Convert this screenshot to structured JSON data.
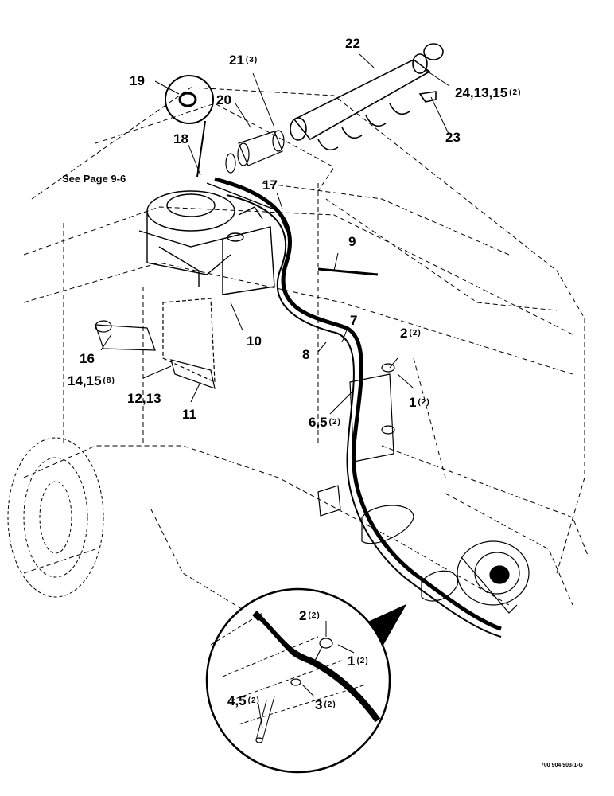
{
  "callouts": [
    {
      "id": "c19",
      "text": "19",
      "qty": ""
    },
    {
      "id": "c20",
      "text": "20",
      "qty": ""
    },
    {
      "id": "c21",
      "text": "21",
      "qty": "(3)"
    },
    {
      "id": "c22",
      "text": "22",
      "qty": ""
    },
    {
      "id": "c24",
      "text": "24,13,15",
      "qty": "(2)"
    },
    {
      "id": "c23",
      "text": "23",
      "qty": ""
    },
    {
      "id": "c18",
      "text": "18",
      "qty": ""
    },
    {
      "id": "c17",
      "text": "17",
      "qty": ""
    },
    {
      "id": "c9",
      "text": "9",
      "qty": ""
    },
    {
      "id": "c7",
      "text": "7",
      "qty": ""
    },
    {
      "id": "c2a",
      "text": "2",
      "qty": "(2)"
    },
    {
      "id": "c8",
      "text": "8",
      "qty": ""
    },
    {
      "id": "c10",
      "text": "10",
      "qty": ""
    },
    {
      "id": "c16",
      "text": "16",
      "qty": ""
    },
    {
      "id": "c1415",
      "text": "14,15",
      "qty": "(8)"
    },
    {
      "id": "c1213",
      "text": "12,13",
      "qty": ""
    },
    {
      "id": "c11",
      "text": "11",
      "qty": ""
    },
    {
      "id": "c65",
      "text": "6,5",
      "qty": "(2)"
    },
    {
      "id": "c1a",
      "text": "1",
      "qty": "(2)"
    },
    {
      "id": "c2b",
      "text": "2",
      "qty": "(2)"
    },
    {
      "id": "c1b",
      "text": "1",
      "qty": "(2)"
    },
    {
      "id": "c3",
      "text": "3",
      "qty": "(2)"
    },
    {
      "id": "c45",
      "text": "4,5",
      "qty": "(2)"
    }
  ],
  "see_page": "See Page 9-6",
  "figure_code": "700 904 903-1-G"
}
